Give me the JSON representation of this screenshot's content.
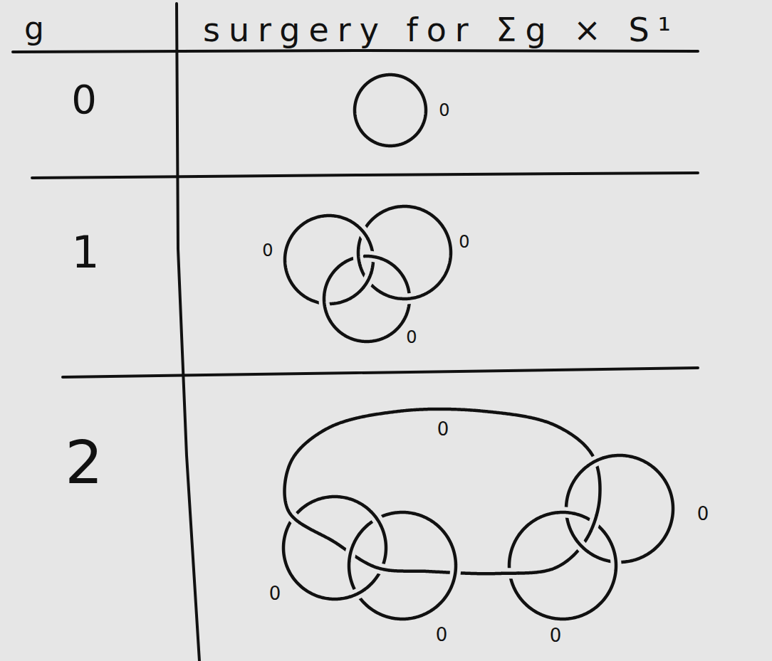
{
  "diagram": {
    "labels": [
      "g",
      "surgery for Σg × S¹",
      "0",
      "1",
      "2",
      "0",
      "0",
      "0",
      "0",
      "0",
      "0",
      "0",
      "0",
      "0"
    ]
  }
}
